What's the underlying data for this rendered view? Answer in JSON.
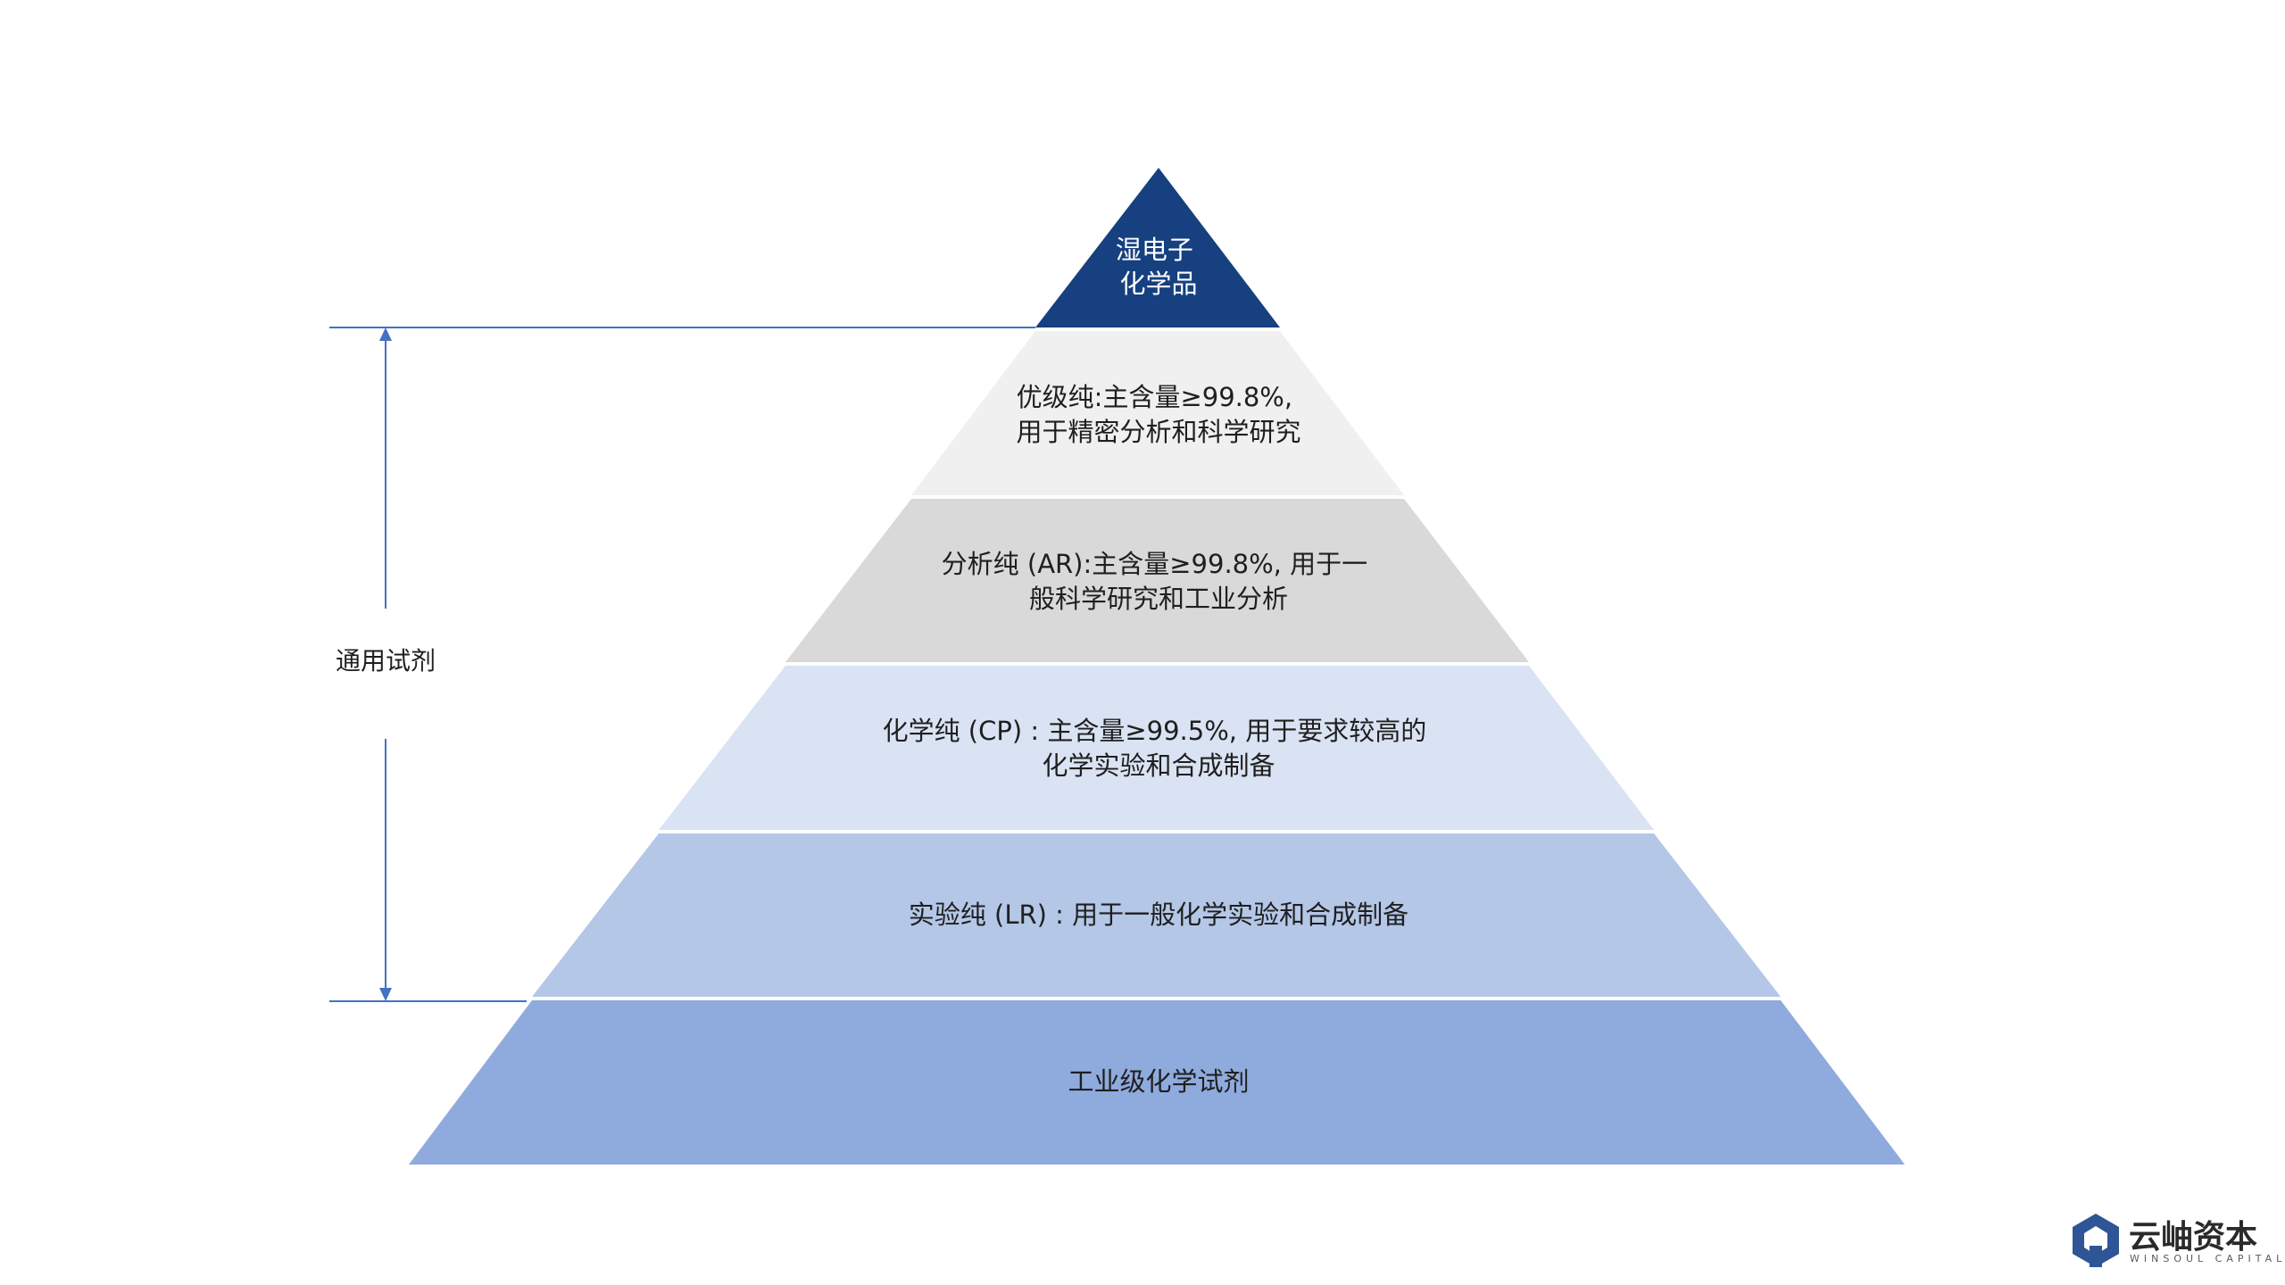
{
  "pyramid": {
    "tiers": [
      {
        "lines": [
          "湿电子",
          "化学品"
        ],
        "color": "#16407f",
        "text_color": "#ffffff"
      },
      {
        "lines": [
          "优级纯:主含量≥99.8%,",
          "用于精密分析和科学研究"
        ],
        "color": "#f0f0f0",
        "text_color": "#1f1f1f"
      },
      {
        "lines": [
          "分析纯 (AR):主含量≥99.8%, 用于一",
          "般科学研究和工业分析"
        ],
        "color": "#d9d9d9",
        "text_color": "#1f1f1f"
      },
      {
        "lines": [
          "化学纯 (CP) : 主含量≥99.5%, 用于要求较高的",
          "化学实验和合成制备"
        ],
        "color": "#dae3f3",
        "text_color": "#1f1f1f"
      },
      {
        "lines": [
          "实验纯 (LR) : 用于一般化学实验和合成制备"
        ],
        "color": "#b4c7e7",
        "text_color": "#1f1f1f"
      },
      {
        "lines": [
          "工业级化学试剂"
        ],
        "color": "#8faadc",
        "text_color": "#1f1f1f"
      }
    ]
  },
  "bracket": {
    "label": "通用试剂",
    "line_color": "#4472c4"
  },
  "logo": {
    "name_cn": "云岫资本",
    "name_en": "WINSOUL CAPITAL",
    "icon": "winsoul-logo-icon",
    "color": "#2f5597"
  }
}
